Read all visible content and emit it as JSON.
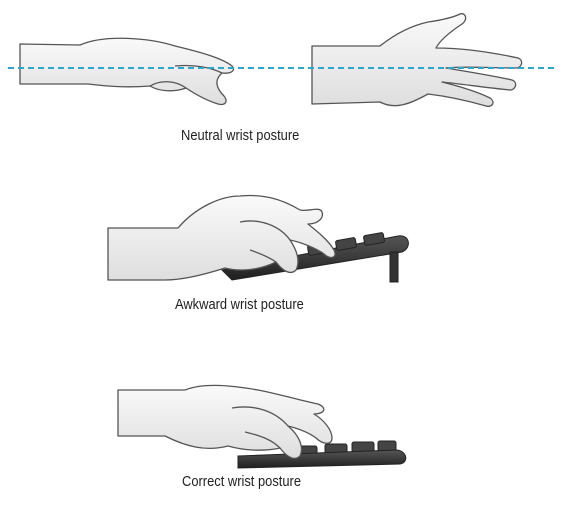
{
  "captions": {
    "neutral": "Neutral wrist posture",
    "awkward": "Awkward wrist posture",
    "correct": "Correct wrist posture"
  },
  "colors": {
    "skin": "#eeeeee",
    "outline": "#555555",
    "keyboard": "#3a3a3a",
    "guide_line": "#2aa7d0"
  },
  "icons": {
    "hand_side": "hand-side-view-icon",
    "hand_top": "hand-top-view-icon",
    "keyboard": "keyboard-icon"
  }
}
